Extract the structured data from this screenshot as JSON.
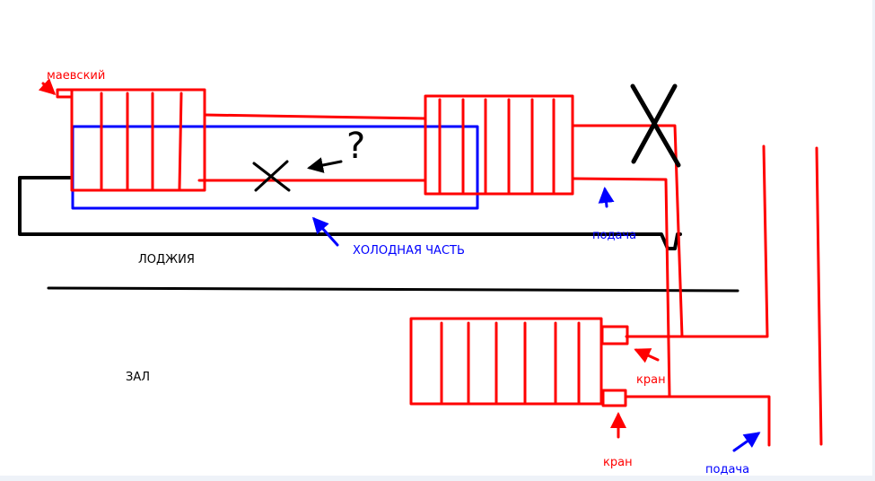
{
  "labels": {
    "maevsky": "маевский",
    "loggia": "ЛОДЖИЯ",
    "cold_part": "ХОЛОДНАЯ ЧАСТЬ",
    "supply_top": "подача",
    "hall": "ЗАЛ",
    "valve_top": "кран",
    "valve_bottom": "кран",
    "supply_bottom": "подача",
    "question": "?"
  },
  "colors": {
    "pipe": "#ff0000",
    "cold_zone": "#0000ff",
    "wall": "#000000"
  }
}
